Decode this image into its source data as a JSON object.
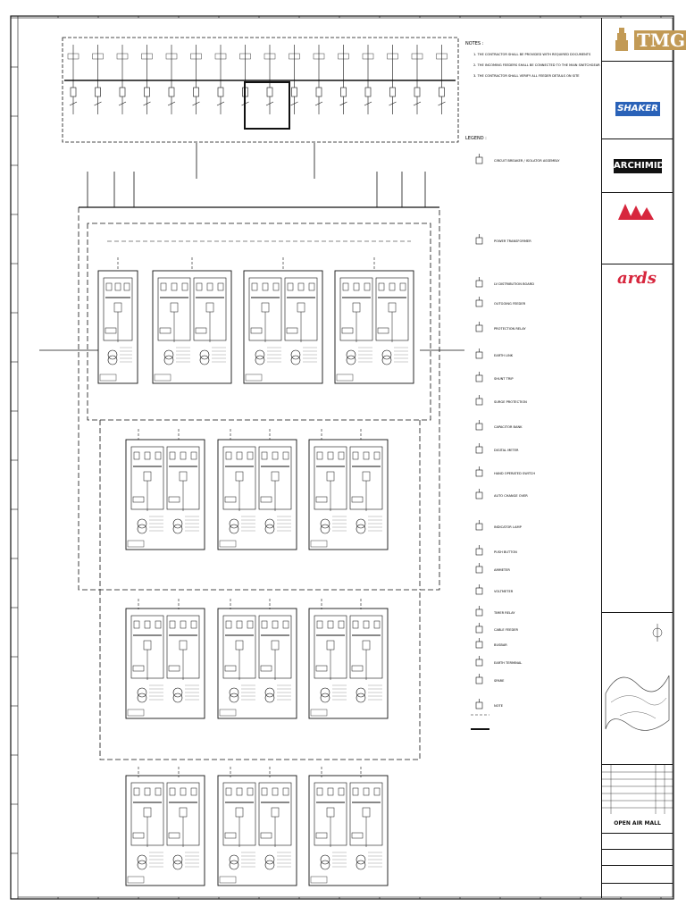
{
  "sheet": {
    "top_label": "",
    "notes_title": "NOTES :",
    "legend_title": "LEGEND :",
    "project_name": "OPEN AIR MALL",
    "client_logo": "TMG",
    "consultant_logo": "SHAKER",
    "architect_logo": "ARCHIMID",
    "design_logo": "ards"
  },
  "notes": [
    "THE CONTRACTOR SHALL BE PROVIDED WITH REQUIRED DOCUMENTS",
    "THE INCOMING FEEDERS SHALL BE CONNECTED TO THE MAIN SWITCHGEAR",
    "THE CONTRACTOR SHALL VERIFY ALL FEEDER DETAILS ON SITE"
  ],
  "legend": [
    "CIRCUIT BREAKER / ISOLATOR ASSEMBLY",
    "POWER TRANSFORMER",
    "LV DISTRIBUTION BOARD",
    "OUTGOING FEEDER",
    "PROTECTION RELAY",
    "EARTH LINK",
    "SHUNT TRIP",
    "SURGE PROTECTION",
    "CAPACITOR BANK",
    "DIGITAL METER",
    "HAND OPERATED SWITCH",
    "AUTO CHANGE OVER",
    "INDICATOR LAMP",
    "PUSH BUTTON",
    "AMMETER",
    "VOLTMETER",
    "TIMER RELAY",
    "CABLE FEEDER",
    "BUSBAR",
    "EARTH TERMINAL",
    "SPARE",
    "NOTE"
  ],
  "titleblock": {
    "rev_label": "",
    "sheet_no": ""
  },
  "colors": {
    "line": "#111111",
    "tmg_gold": "#c29a55",
    "shaker_blue": "#2a62b8",
    "ards_red": "#d7263d"
  }
}
